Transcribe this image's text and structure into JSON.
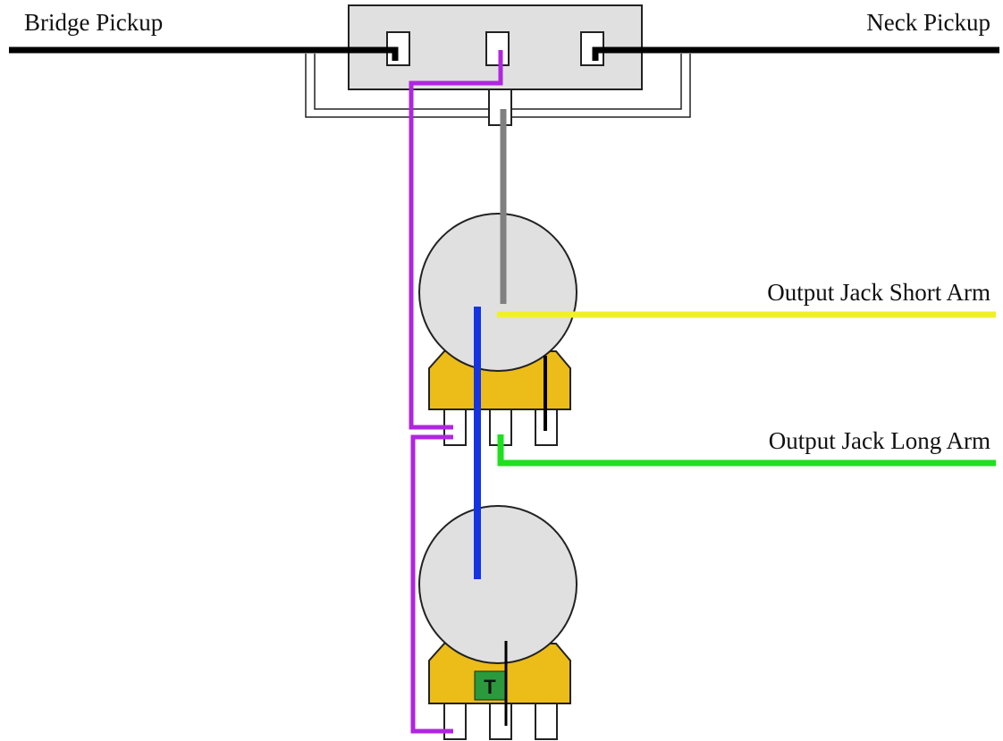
{
  "labels": {
    "bridge_pickup": "Bridge Pickup",
    "neck_pickup": "Neck Pickup",
    "output_short": "Output Jack Short Arm",
    "output_long": "Output Jack Long Arm",
    "tone_mark": "T"
  },
  "colors": {
    "pickup_wire": "#000000",
    "ground_wire": "#b026e0",
    "switch_output_wire": "#808080",
    "pot_link_wire": "#1534e0",
    "output_short_wire": "#f0f02a",
    "output_long_wire": "#1ee01e",
    "pot_body": "#e0e0e0",
    "pot_casing": "#ecbc18",
    "switch_body": "#e0e0e0",
    "tone_mark_bg": "#2a9a3c"
  }
}
